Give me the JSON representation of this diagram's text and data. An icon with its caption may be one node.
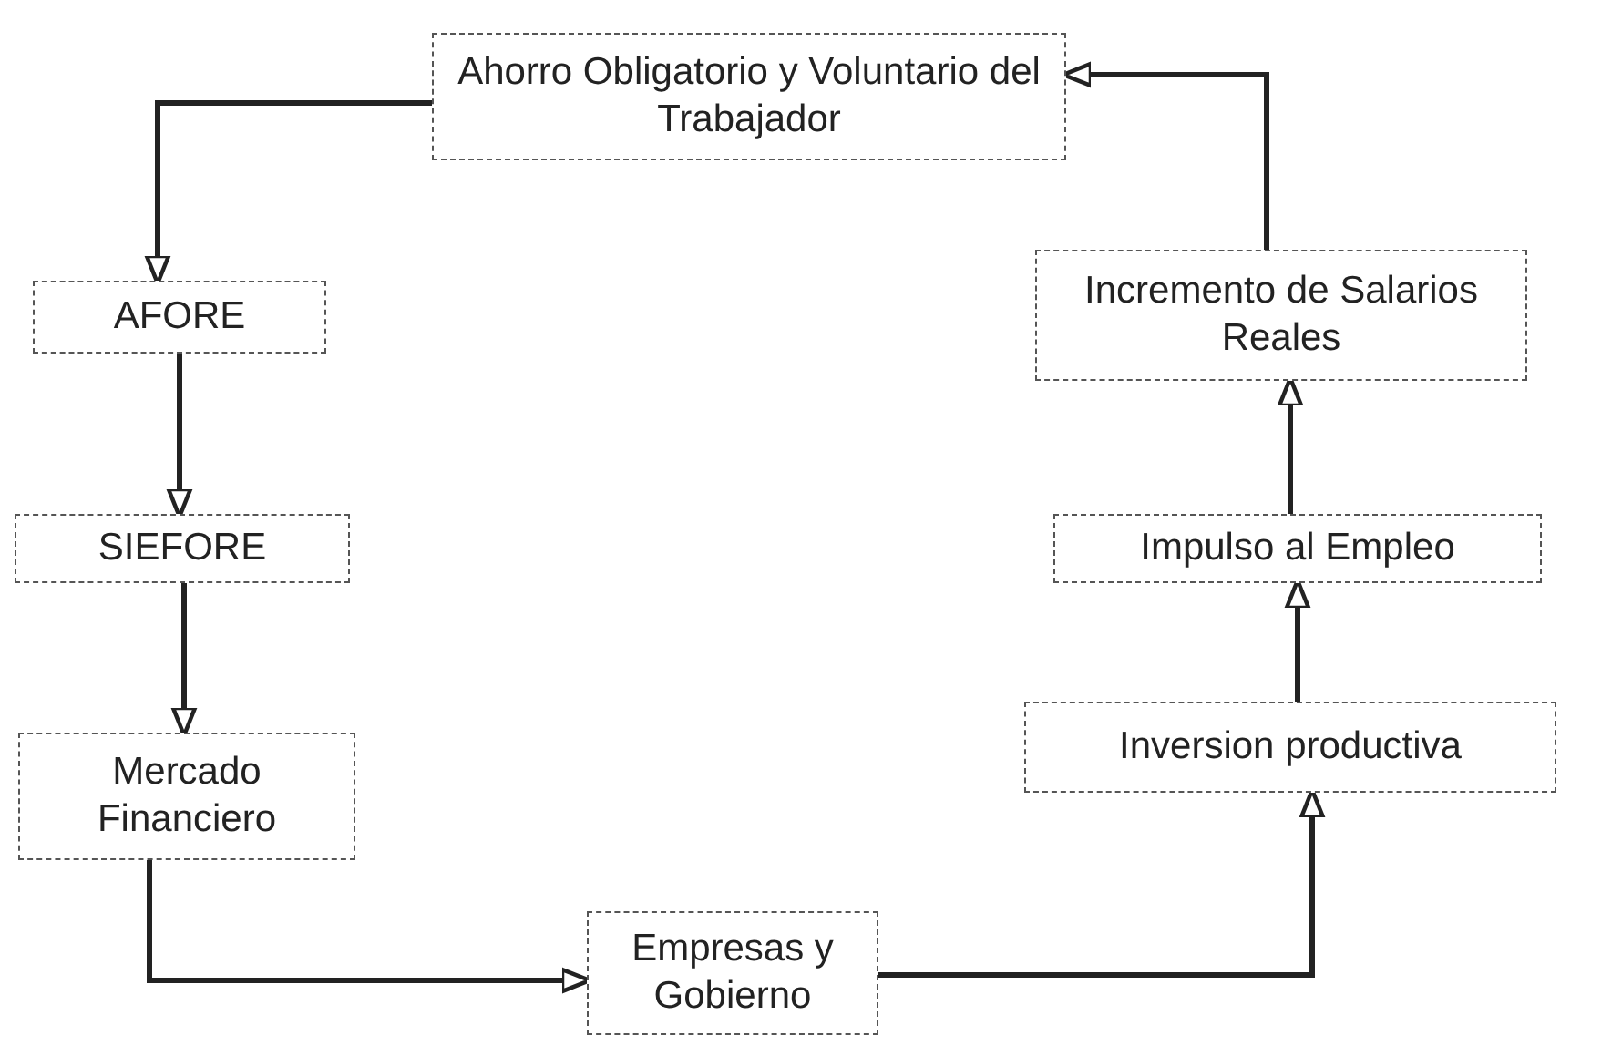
{
  "diagram": {
    "nodes": [
      {
        "text": [
          "Ahorro Obligatorio y Voluntario del Trabajador"
        ]
      },
      {
        "text": [
          "AFORE"
        ]
      },
      {
        "text": [
          "SIEFORE"
        ]
      },
      {
        "text": [
          "Mercado Financiero"
        ]
      },
      {
        "text": [
          "Empresas y Gobierno"
        ]
      },
      {
        "text": [
          "Inversion productiva"
        ]
      },
      {
        "text": [
          "Impulso al Empleo"
        ]
      },
      {
        "text": [
          "Incremento de Salarios Reales"
        ]
      }
    ],
    "edges": [
      {
        "from": 0,
        "to": 1,
        "arrow": "to"
      },
      {
        "from": 1,
        "to": 2,
        "arrow": "to"
      },
      {
        "from": 2,
        "to": 3,
        "arrow": "to"
      },
      {
        "from": 3,
        "to": 4,
        "arrow": "to"
      },
      {
        "from": 4,
        "to": 5,
        "arrow": "to"
      },
      {
        "from": 5,
        "to": 6,
        "arrow": "to"
      },
      {
        "from": 6,
        "to": 7,
        "arrow": "to"
      },
      {
        "from": 7,
        "to": 0,
        "arrow": "to"
      }
    ]
  }
}
